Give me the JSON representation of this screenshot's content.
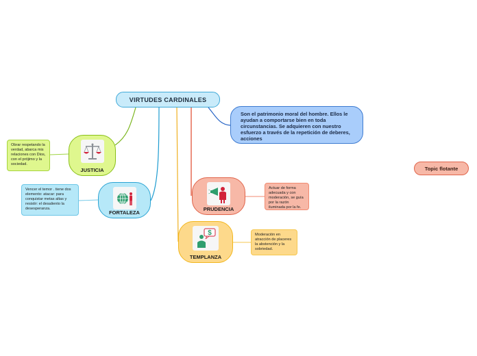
{
  "root": {
    "title": "VIRTUDES CARDINALES"
  },
  "description": {
    "text": "Son el patrimonio moral del hombre. Ellos le ayudan a comportarse bien en toda circunstancias. Se adquieren con nuestro esfuerzo a través de la repetición de deberes, acciones"
  },
  "floating_topic": {
    "label": "Topic flotante"
  },
  "virtues": [
    {
      "id": "justicia",
      "label": "JUSTICIA",
      "icon": "scales-icon",
      "note": "Obrar respetando la verdad, abarca mis relaciones con Dios, con el prójimo y la sociedad.",
      "color": "#dff78e",
      "line_color": "#7ab51d"
    },
    {
      "id": "fortaleza",
      "label": "FORTALEZA",
      "icon": "globe-person-icon",
      "note": "Vencer el temor . tiene dos elemento: atacar: para conquistar metas altas y resistir: el desaliento la desesperanza.",
      "color": "#b6e8f8",
      "line_color": "#1c9bd0"
    },
    {
      "id": "prudencia",
      "label": "PRUDENCIA",
      "icon": "megaphone-person-icon",
      "note": "Actuar de forma adecuada y con moderación, se guía por la razón iluminada por la fe.",
      "color": "#f7b8a7",
      "line_color": "#e0472a"
    },
    {
      "id": "templanza",
      "label": "TEMPLANZA",
      "icon": "person-money-icon",
      "note": "Moderación en atracción de placeres la abstención y la sobriedad.",
      "color": "#fdd98b",
      "line_color": "#f0b020"
    }
  ],
  "colors": {
    "description_line": "#1f5fc4"
  }
}
